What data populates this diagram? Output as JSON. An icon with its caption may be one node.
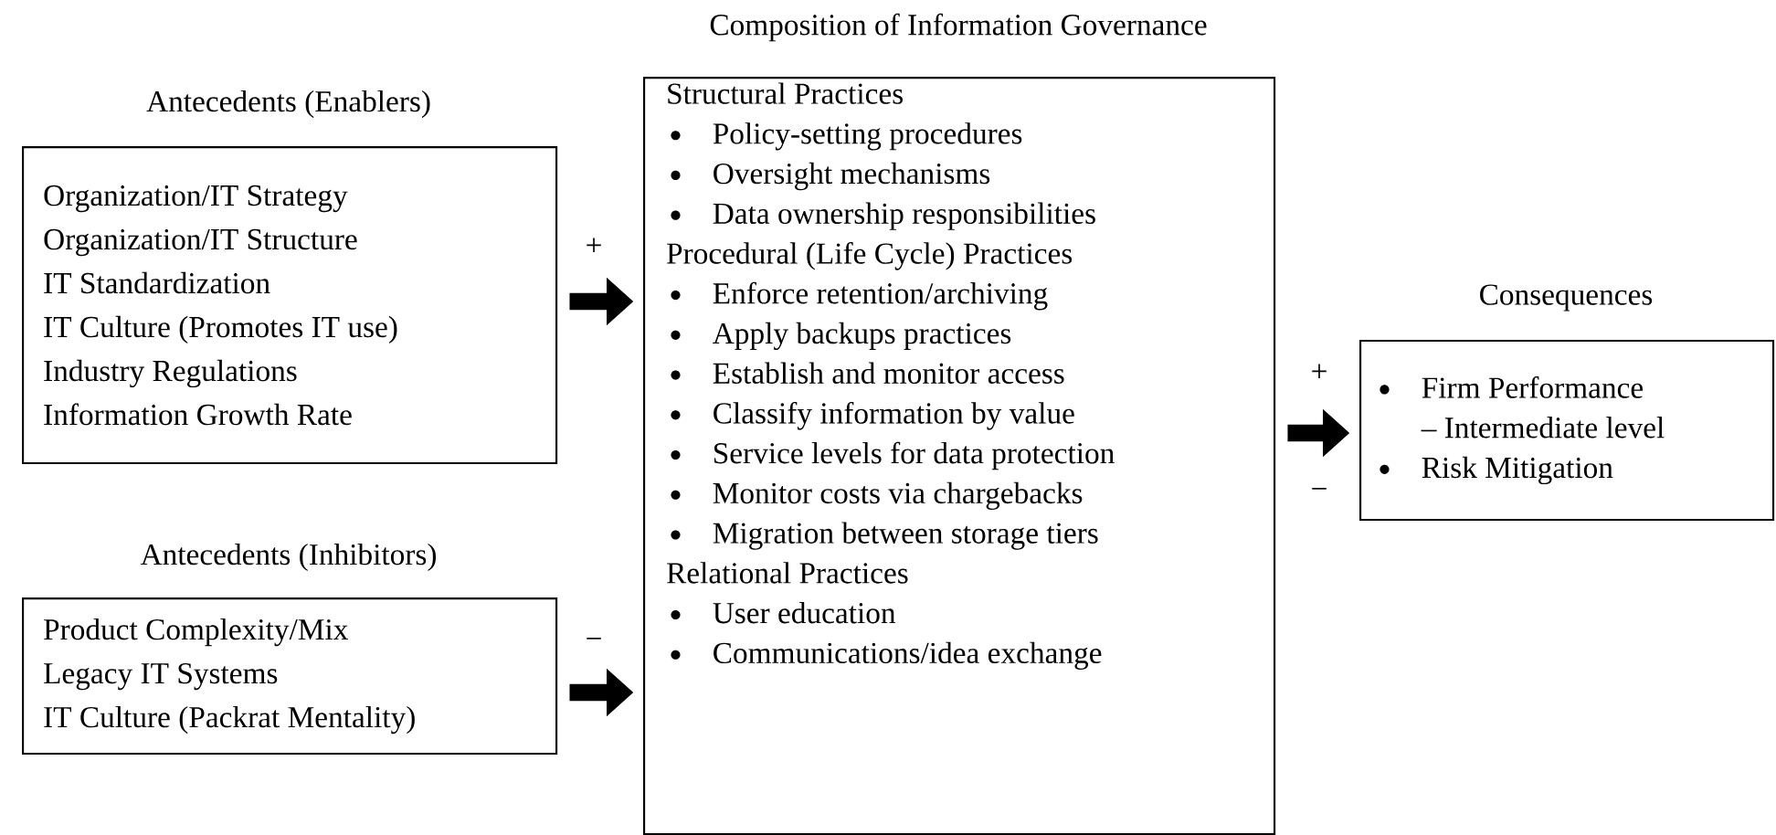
{
  "diagram": {
    "nodes": [
      {
        "text": [
          "Antecedents (Enablers)",
          "Organization/IT Strategy",
          "Organization/IT Structure",
          "IT Standardization",
          "IT Culture (Promotes IT use)",
          "Industry Regulations",
          "Information Growth Rate"
        ]
      },
      {
        "text": [
          "Antecedents (Inhibitors)",
          "Product Complexity/Mix",
          "Legacy IT Systems",
          "IT Culture (Packrat Mentality)"
        ]
      },
      {
        "text": [
          "Composition of Information Governance",
          "Structural Practices",
          "Policy-setting procedures",
          "Oversight mechanisms",
          "Data ownership responsibilities",
          "Procedural (Life Cycle) Practices",
          "Enforce retention/archiving",
          "Apply backups practices",
          "Establish and monitor access",
          "Classify information by value",
          "Service levels for data protection",
          "Monitor costs via chargebacks",
          "Migration between storage tiers",
          "Relational Practices",
          "User education",
          "Communications/idea exchange"
        ]
      },
      {
        "text": [
          "Consequences",
          "Firm Performance",
          "– Intermediate level",
          "Risk Mitigation"
        ]
      }
    ],
    "edges": [
      {
        "from": 0,
        "to": 2,
        "arrow": "to",
        "label": "+"
      },
      {
        "from": 1,
        "to": 2,
        "arrow": "to",
        "label": "−"
      },
      {
        "from": 2,
        "to": 3,
        "arrow": "to",
        "label": "+"
      }
    ],
    "labels": [
      "−"
    ]
  }
}
